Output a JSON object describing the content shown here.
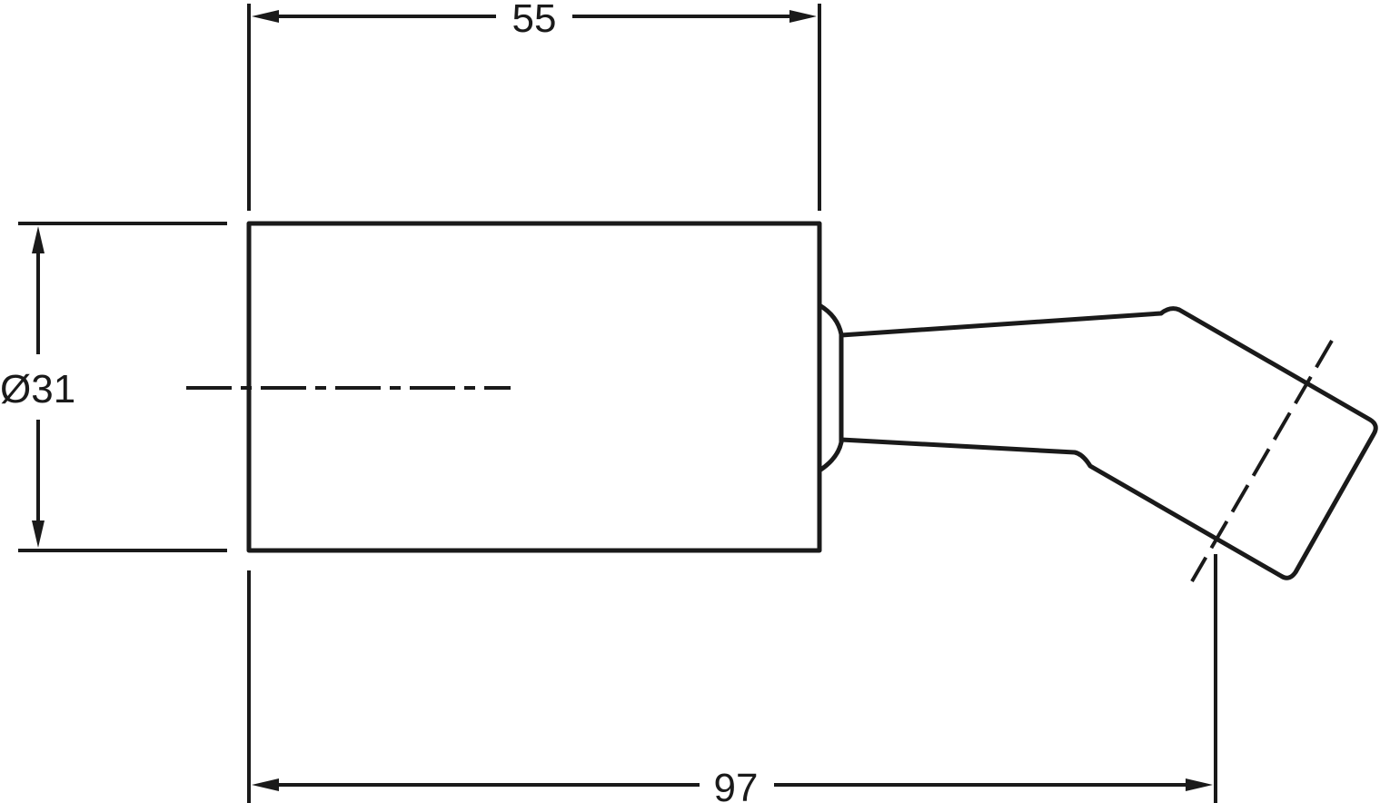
{
  "dimensions": {
    "length_top": "55",
    "diameter": "Ø31",
    "overall_length": "97"
  }
}
